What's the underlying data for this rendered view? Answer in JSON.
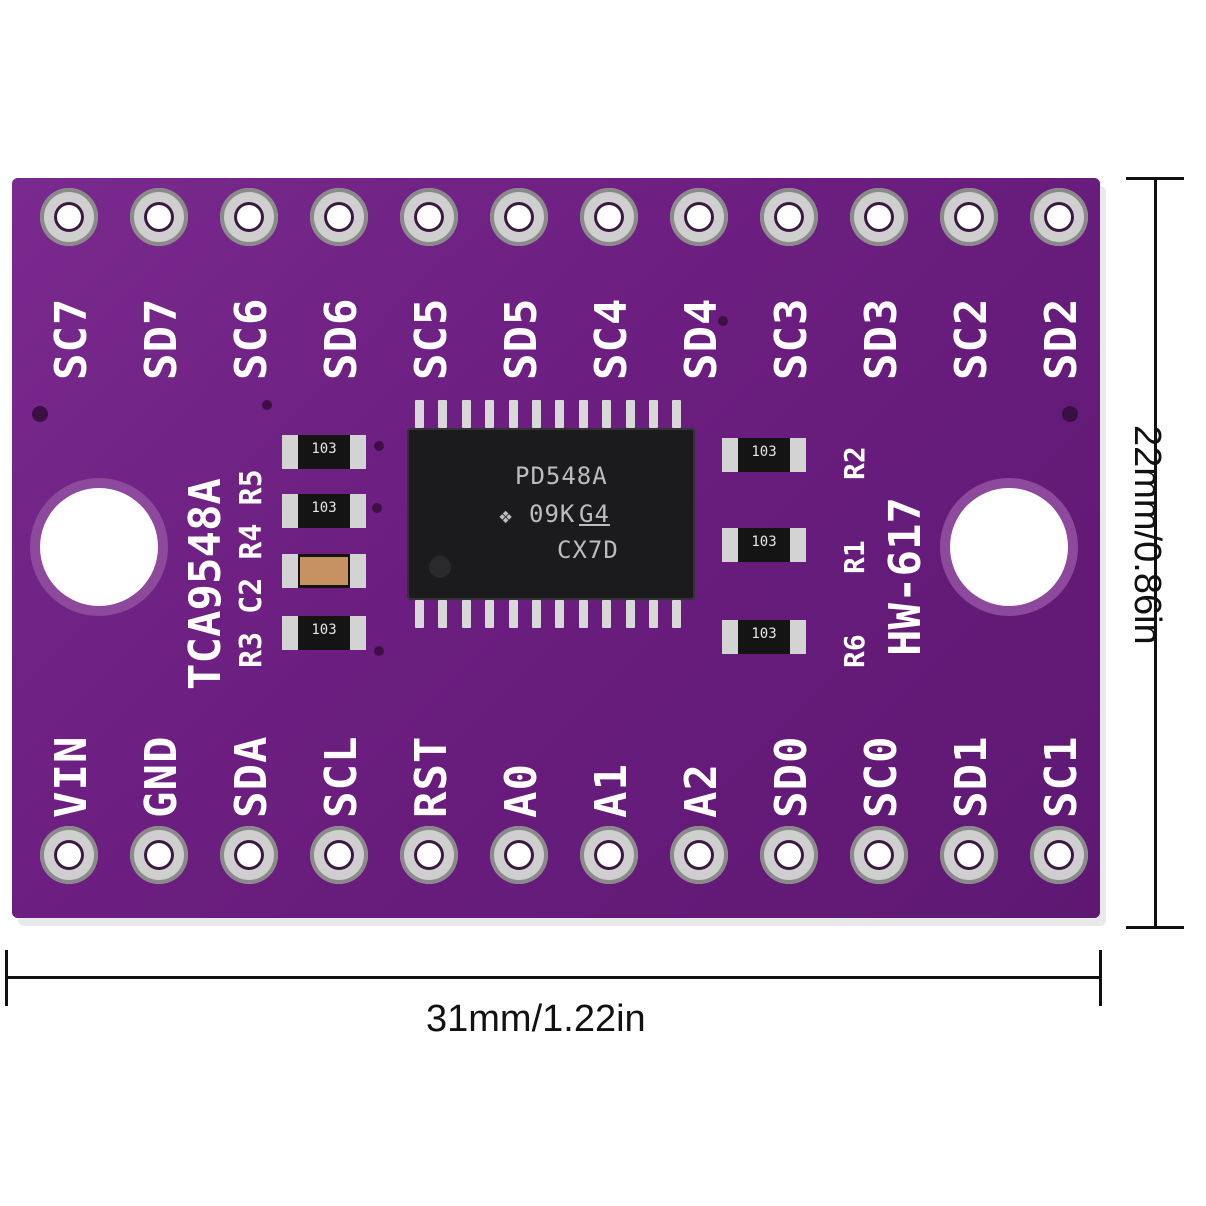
{
  "board": {
    "chip_name": "TCA9548A",
    "model": "HW-617",
    "top_pins": [
      "SC7",
      "SD7",
      "SC6",
      "SD6",
      "SC5",
      "SD5",
      "SC4",
      "SD4",
      "SC3",
      "SD3",
      "SC2",
      "SD2"
    ],
    "bottom_pins": [
      "VIN",
      "GND",
      "SDA",
      "SCL",
      "RST",
      "A0",
      "A1",
      "A2",
      "SD0",
      "SC0",
      "SD1",
      "SC1"
    ],
    "left_component_labels": {
      "top_row": "R4 R5",
      "middle": "C2",
      "bottom": "R3",
      "full": "R3 C2 R4 R5"
    },
    "right_component_labels": [
      "R2",
      "R1",
      "R6"
    ],
    "ic_marking": {
      "line1": "PD548A",
      "line2": "09K",
      "line2b": "G4",
      "line3": "CX7D"
    },
    "resistor_code": "103",
    "colors": {
      "pcb": "#6a1f7e",
      "silk": "#ffffff",
      "ic": "#1b1b1d"
    }
  },
  "dimensions": {
    "width_label": "31mm/1.22in",
    "height_label": "22mm/0.86in"
  }
}
